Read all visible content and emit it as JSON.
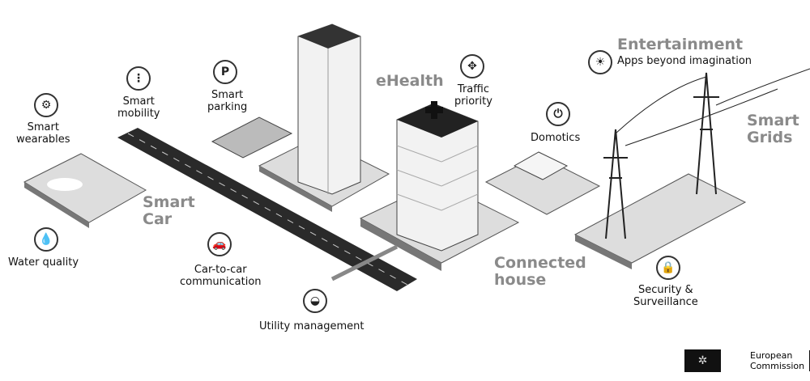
{
  "labels": {
    "smart_wearables": "Smart\nwearables",
    "smart_mobility": "Smart\nmobility",
    "smart_parking": "Smart\nparking",
    "ehealth": "eHealth",
    "traffic_priority": "Traffic\npriority",
    "entertainment": "Entertainment",
    "apps": "Apps beyond imagination",
    "domotics": "Domotics",
    "smart_grids": "Smart\nGrids",
    "smart_car": "Smart\nCar",
    "water_quality": "Water quality",
    "car_to_car": "Car-to-car\ncommunication",
    "utility": "Utility management",
    "connected_house": "Connected\nhouse",
    "security": "Security &\nSurveillance"
  },
  "icons": {
    "parking": "P"
  },
  "logo": {
    "line1": "European",
    "line2": "Commission"
  }
}
